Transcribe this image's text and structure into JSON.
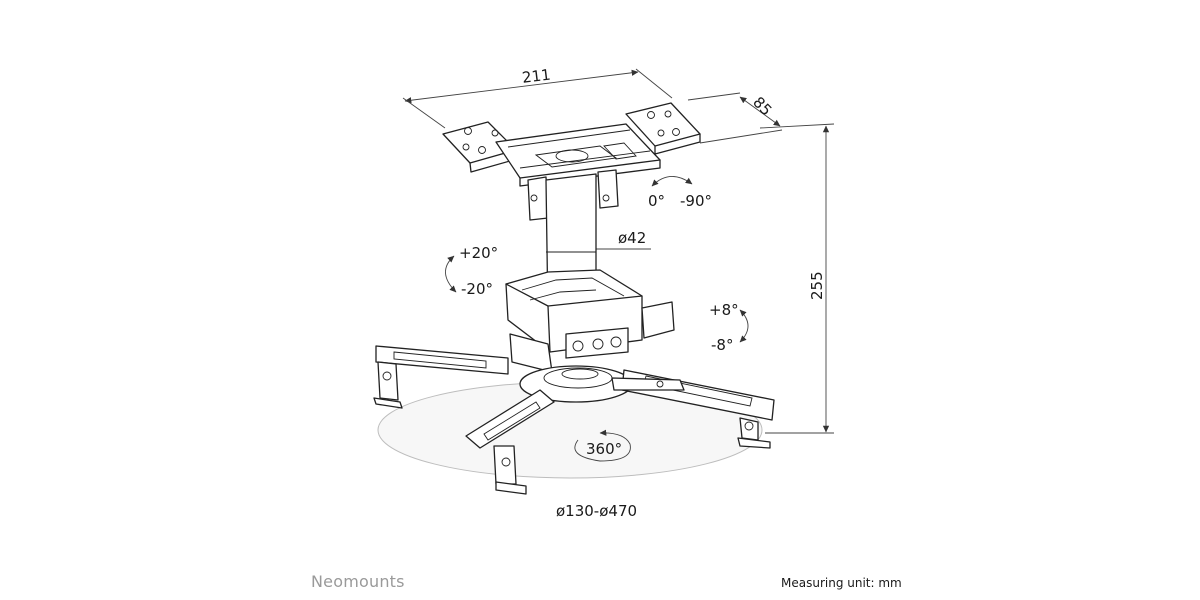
{
  "brand": "Neomounts",
  "measuring_unit": "Measuring unit: mm",
  "dimensions": {
    "plate_width": "211",
    "plate_depth": "85",
    "height": "255",
    "tube_diameter": "ø42",
    "span": "ø130-ø470"
  },
  "rotations": {
    "tilt_top_a": "0°",
    "tilt_top_b": "-90°",
    "left_pos": "+20°",
    "left_neg": "-20°",
    "right_pos": "+8°",
    "right_neg": "-8°",
    "swivel": "360°"
  }
}
